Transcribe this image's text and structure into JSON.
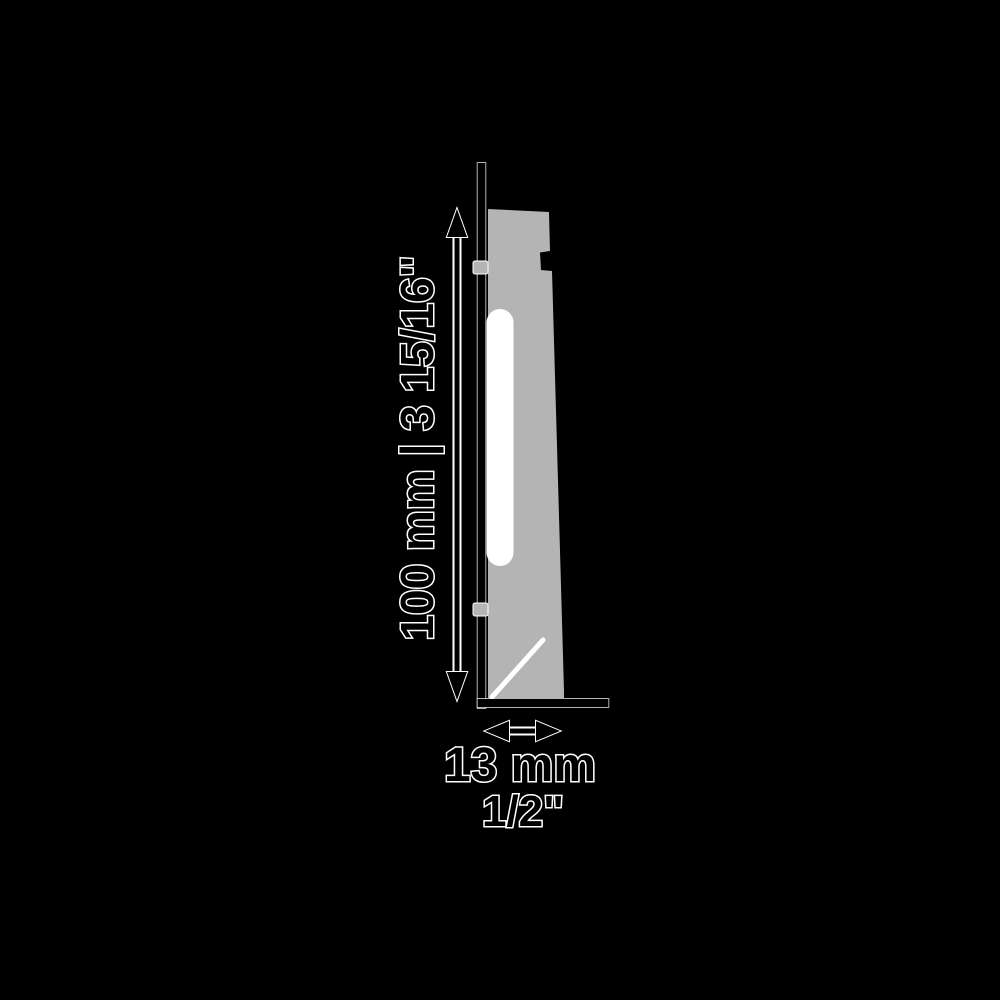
{
  "title": "Skirting board profile cross-section with dimensions",
  "colors": {
    "background": "#000000",
    "profile": "#b4b4b4",
    "slot": "#ffffff",
    "line": "#000000",
    "halo": "#ffffff",
    "text": "#000000"
  },
  "dimensions": {
    "height_label": "100 mm | 3 15/16\"",
    "width_label_mm": "13 mm",
    "width_label_inch": "1/2\""
  }
}
